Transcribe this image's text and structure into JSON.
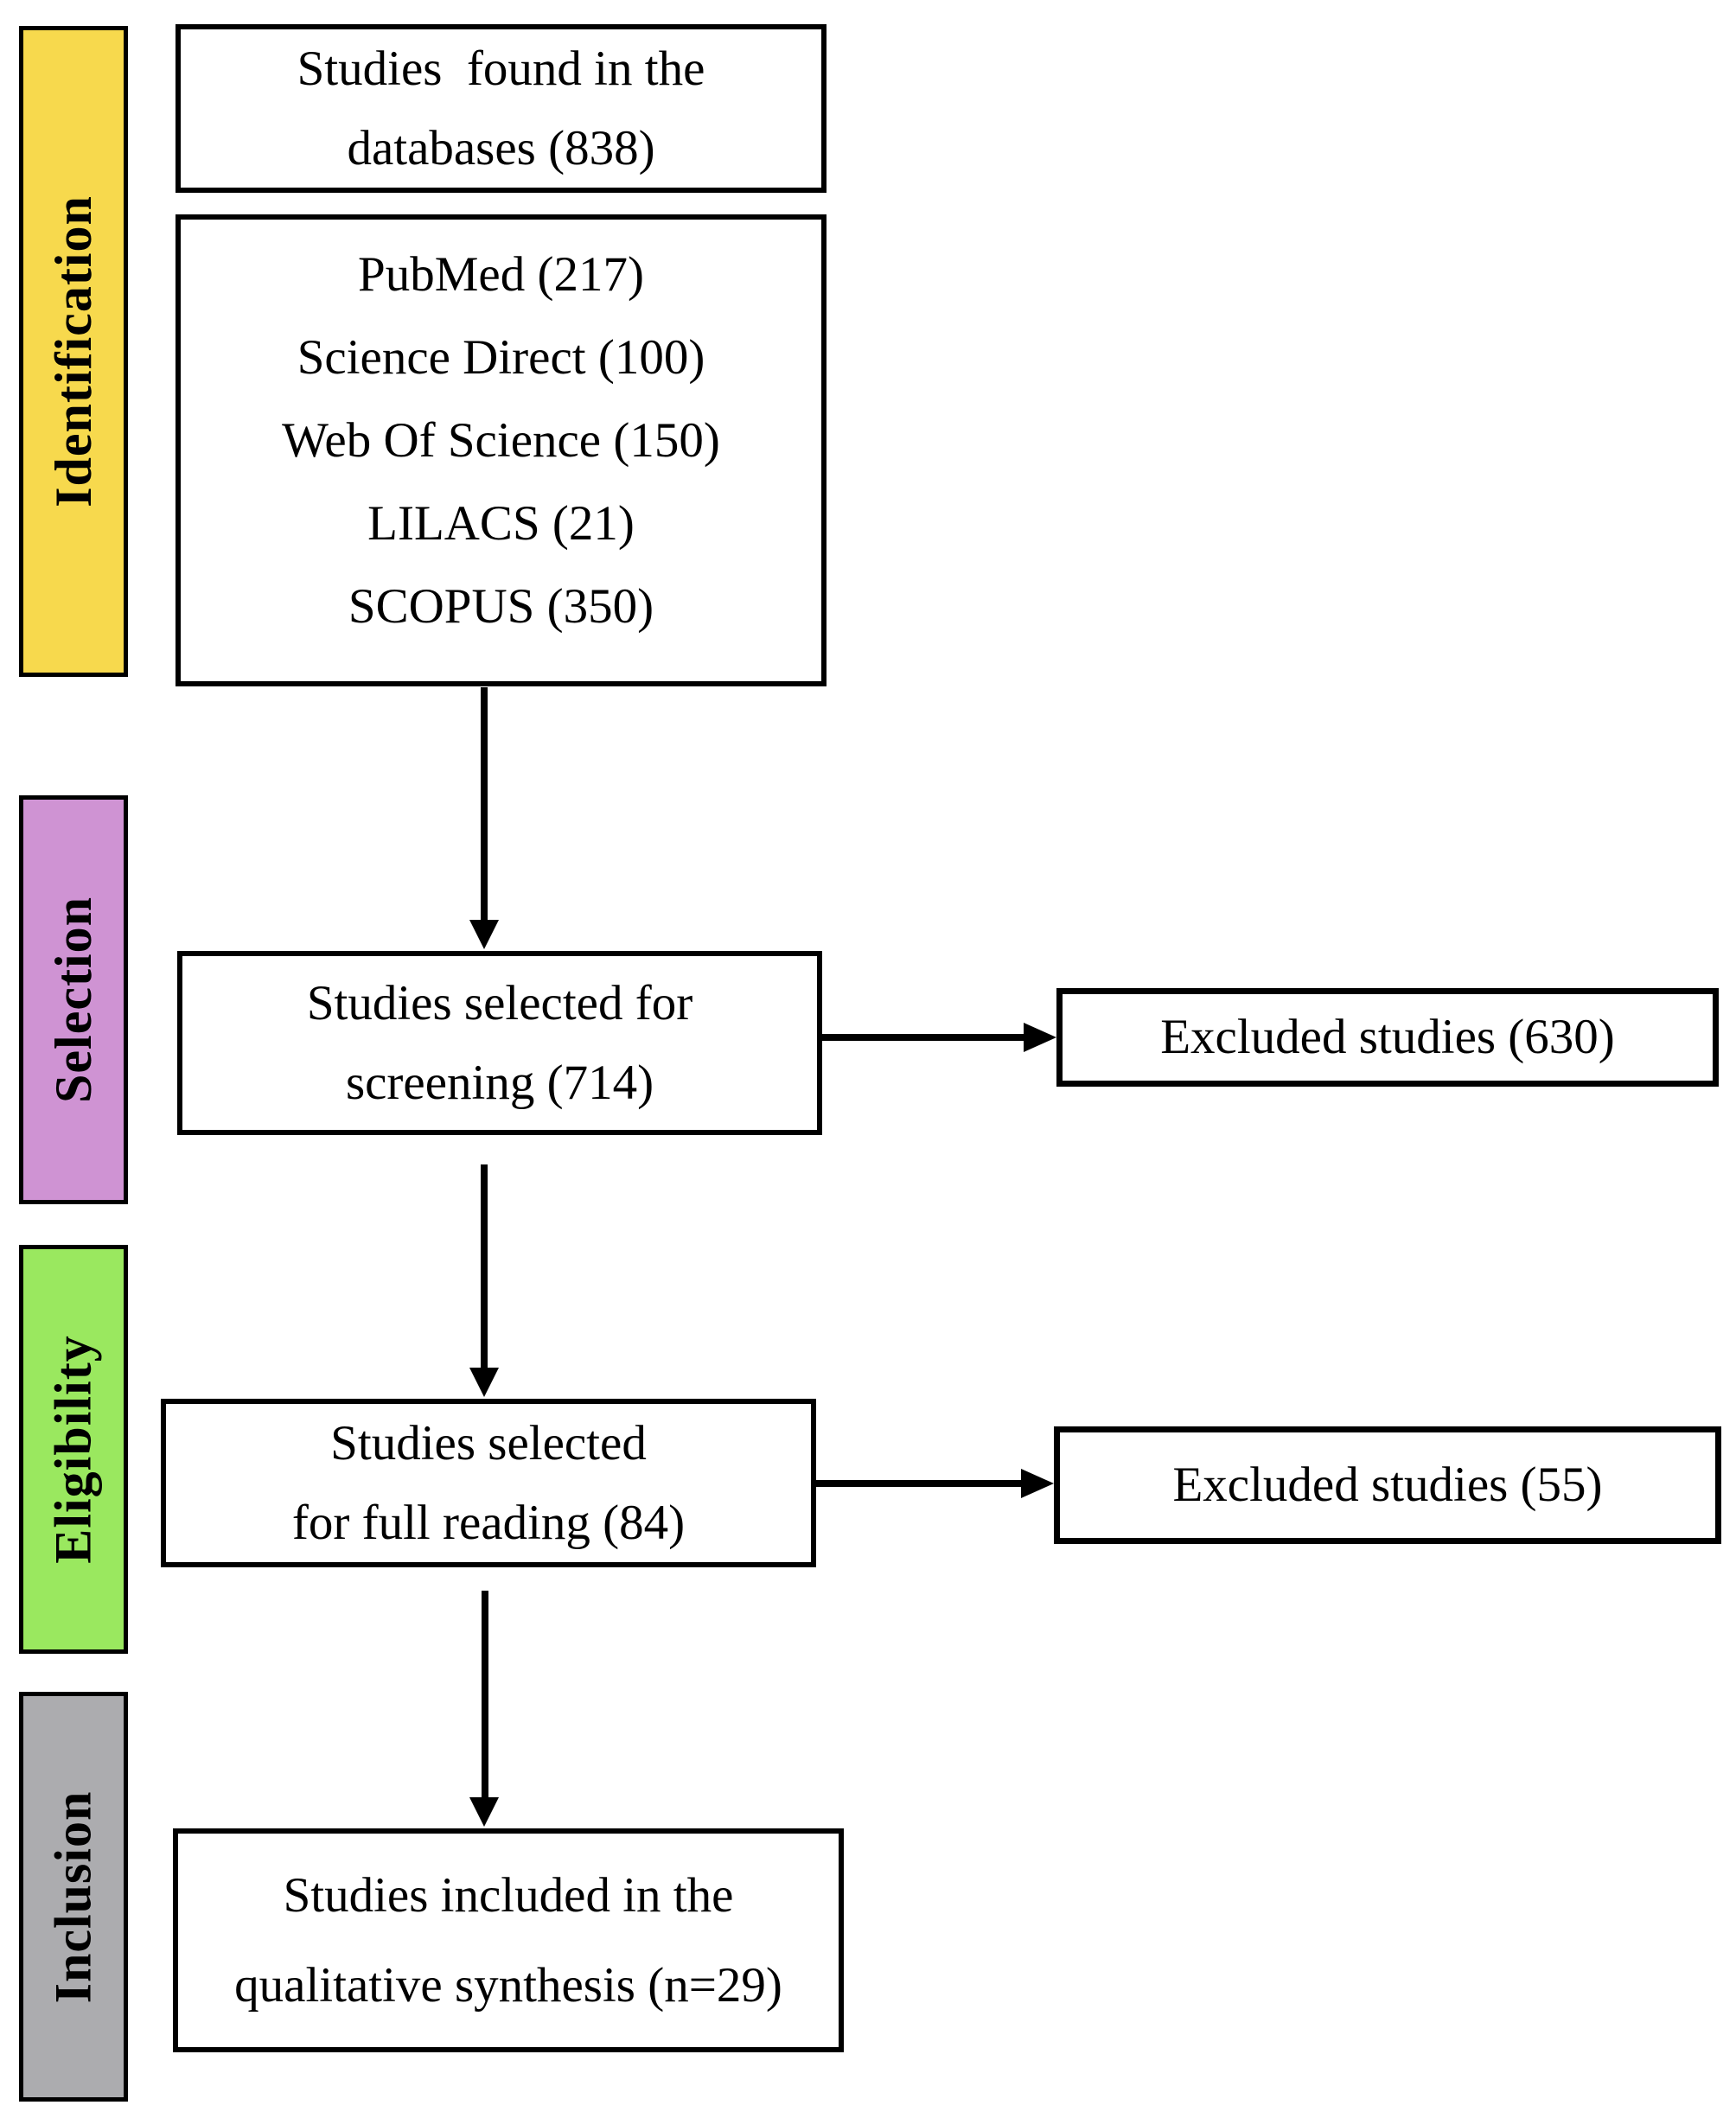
{
  "figure": {
    "type": "prisma-flow-diagram",
    "background_color": "#FFFFFF",
    "border_color": "#000000"
  },
  "stages": [
    {
      "label": "Identification",
      "color": "#F7D94D"
    },
    {
      "label": "Selection",
      "color": "#CF93D3"
    },
    {
      "label": "Eligibility",
      "color": "#9AE85F"
    },
    {
      "label": "Inclusion",
      "color": "#ACACAF"
    }
  ],
  "flow": {
    "found": {
      "lines": [
        "Studies  found in the",
        "databases (838)"
      ],
      "total": 838
    },
    "databases": {
      "lines": [
        "PubMed (217)",
        "Science Direct (100)",
        "Web Of Science (150)",
        "LILACS (21)",
        "SCOPUS (350)"
      ]
    },
    "screening": {
      "lines": [
        "Studies selected for",
        "screening (714)"
      ],
      "total": 714
    },
    "full_reading": {
      "lines": [
        "Studies selected",
        "for full reading (84)"
      ],
      "total": 84
    },
    "included": {
      "lines": [
        "Studies included in the",
        "qualitative synthesis (n=29)"
      ],
      "total": 29
    }
  },
  "excluded": [
    {
      "label": "Excluded studies (630)",
      "total": 630
    },
    {
      "label": "Excluded studies (55)",
      "total": 55
    }
  ]
}
